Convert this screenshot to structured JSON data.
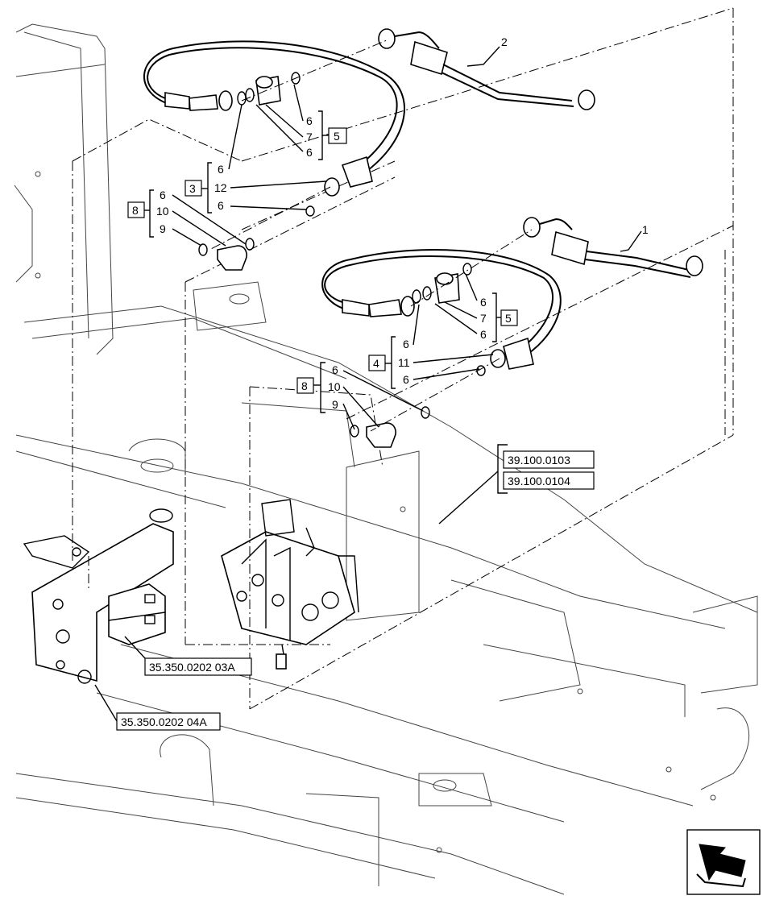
{
  "diagram": {
    "items": {
      "hose_2": "2",
      "hose_1": "1",
      "upper_group": {
        "qty_a": "6",
        "qty_b": "7",
        "qty_c": "6",
        "box": "5"
      },
      "upper_hose_group": {
        "box": "3",
        "a": "6",
        "b": "12",
        "c": "6"
      },
      "upper_elbow_group": {
        "box": "8",
        "a": "6",
        "b": "10",
        "c": "9"
      },
      "lower_group": {
        "qty_a": "6",
        "qty_b": "7",
        "qty_c": "6",
        "box": "5"
      },
      "lower_hose_group": {
        "box": "4",
        "a": "6",
        "b": "11",
        "c": "6"
      },
      "lower_elbow_group": {
        "box": "8",
        "a": "6",
        "b": "10",
        "c": "9"
      }
    },
    "refs": {
      "ref_1": "39.100.0103",
      "ref_2": "39.100.0104",
      "ref_3": "35.350.0202 03A",
      "ref_4": "35.350.0202 04A"
    },
    "icons": {
      "nav": "next-page-arrow-icon"
    }
  }
}
